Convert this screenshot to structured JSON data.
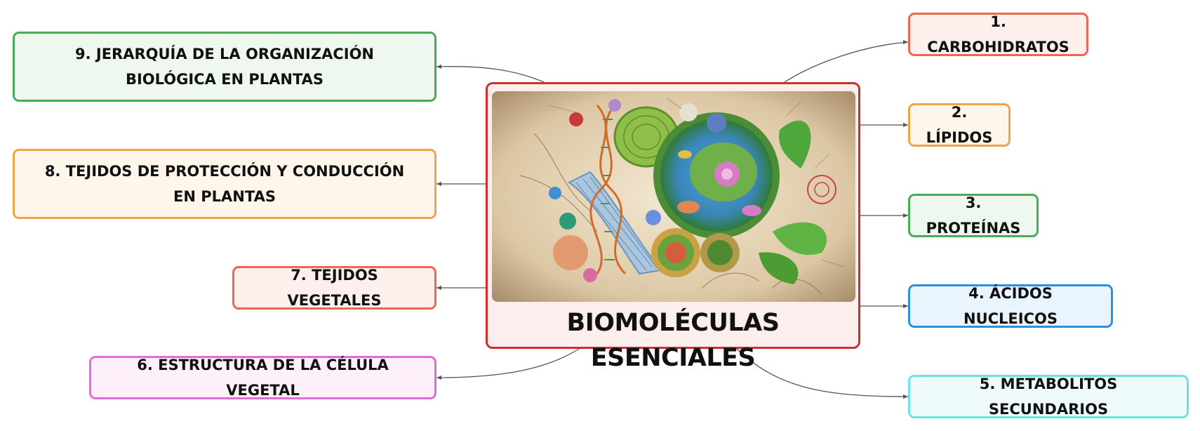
{
  "central": {
    "title": "BIOMOLÉCULAS ESENCIALES",
    "border_color": "#c9322e",
    "fill_color": "#fdeeee"
  },
  "topics": [
    {
      "label": "1. CARBOHIDRATOS",
      "border": "#e8694f",
      "fill": "#fdf0ec"
    },
    {
      "label": "2. LÍPIDOS",
      "border": "#f0a44a",
      "fill": "#fef6ea"
    },
    {
      "label": "3. PROTEÍNAS",
      "border": "#4aab57",
      "fill": "#eef8ef"
    },
    {
      "label": "4. ÁCIDOS NUCLEICOS",
      "border": "#2e8fdc",
      "fill": "#eaf4fc"
    },
    {
      "label": "5. METABOLITOS SECUNDARIOS",
      "border": "#6fe0e6",
      "fill": "#effbfb"
    },
    {
      "label": "6. ESTRUCTURA DE LA CÉLULA VEGETAL",
      "border": "#e46ad8",
      "fill": "#fdf0fb"
    },
    {
      "label": "7. TEJIDOS VEGETALES",
      "border": "#e8694f",
      "fill": "#fdf0ec"
    },
    {
      "label": "8. TEJIDOS DE PROTECCIÓN Y CONDUCCIÓN EN PLANTAS",
      "border": "#f0a44a",
      "fill": "#fef6ea"
    },
    {
      "label": "9. JERARQUÍA DE LA ORGANIZACIÓN BIOLÓGICA EN PLANTAS",
      "border": "#4aab57",
      "fill": "#eef8ef"
    }
  ],
  "connector_color": "#555555"
}
